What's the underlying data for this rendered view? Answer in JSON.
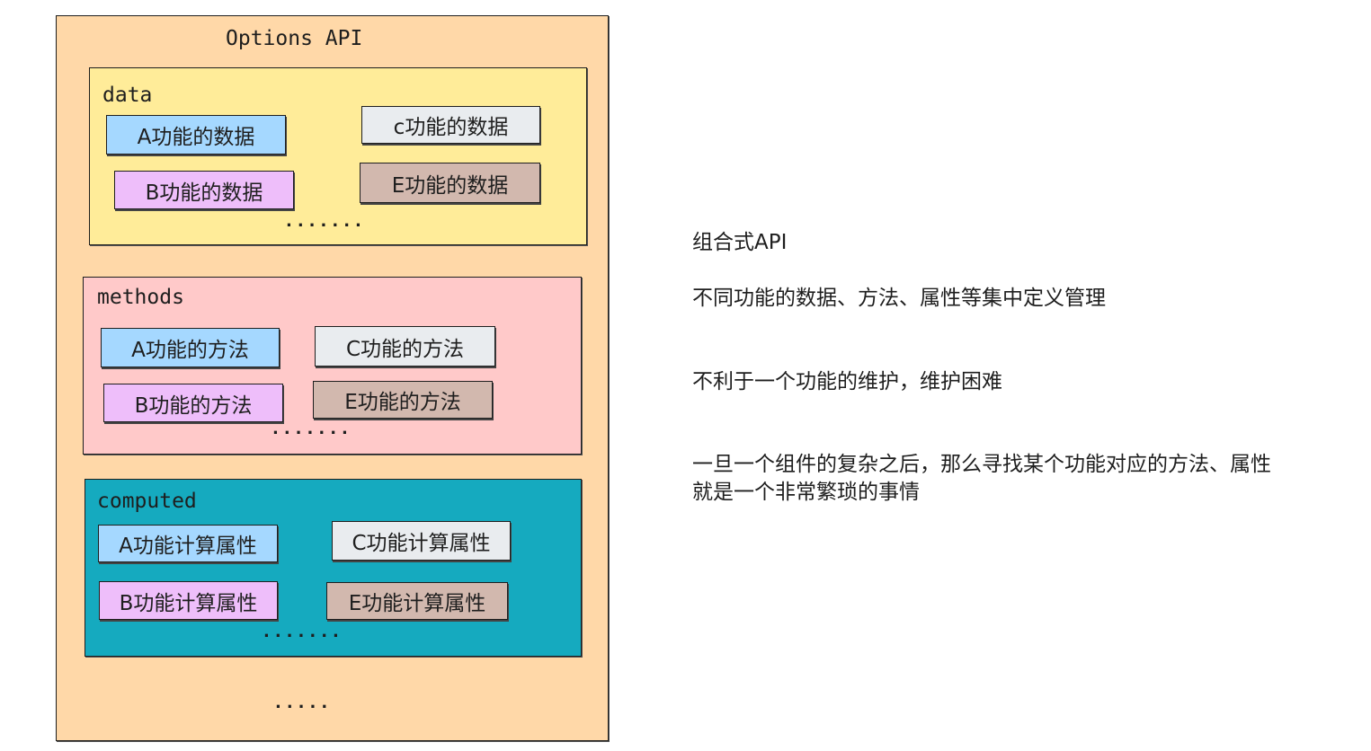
{
  "options": {
    "title": "Options API",
    "footer_dots": ".....",
    "data": {
      "label": "data",
      "items": [
        "A功能的数据",
        "c功能的数据",
        "B功能的数据",
        "E功能的数据"
      ],
      "dots": "......."
    },
    "methods": {
      "label": "methods",
      "items": [
        "A功能的方法",
        "C功能的方法",
        "B功能的方法",
        "E功能的方法"
      ],
      "dots": "......."
    },
    "computed": {
      "label": "computed",
      "items": [
        "A功能计算属性",
        "C功能计算属性",
        "B功能计算属性",
        "E功能计算属性"
      ],
      "dots": "......."
    }
  },
  "notes": {
    "title": "组合式API",
    "line1": "不同功能的数据、方法、属性等集中定义管理",
    "line2": "不利于一个功能的维护，维护困难",
    "line3a": "一旦一个组件的复杂之后，那么寻找某个功能对应的方法、属性",
    "line3b": "就是一个非常繁琐的事情"
  },
  "colors": {
    "outer": "#ffd8a8",
    "data": "#ffec99",
    "methods": "#ffc9c9",
    "computed": "#15aabf"
  }
}
